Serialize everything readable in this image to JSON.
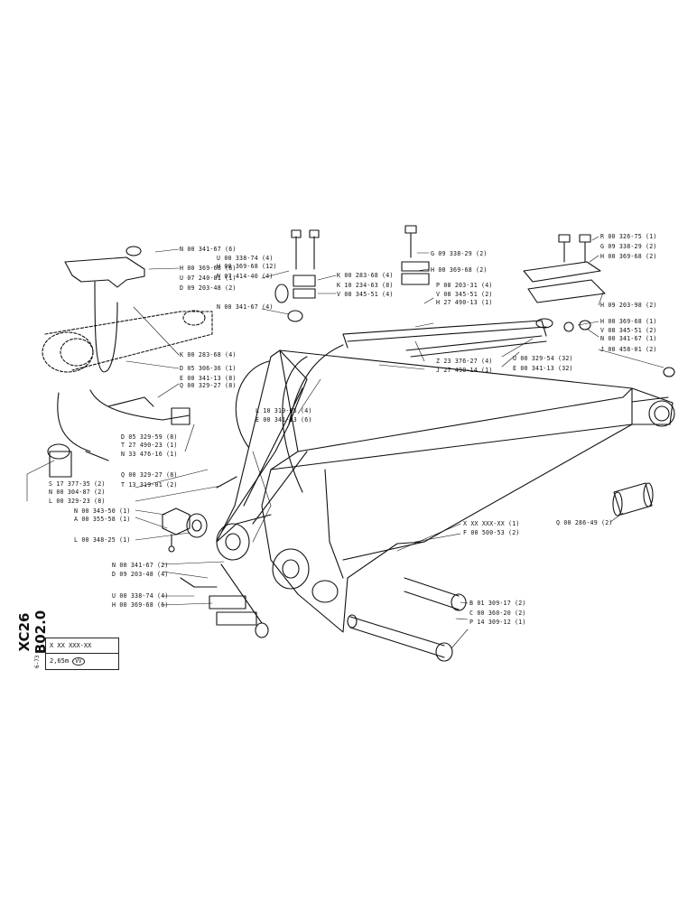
{
  "document": {
    "code": "XC26 B02.0",
    "date": "6-73",
    "ref": "X XX XXX-XX",
    "boom": "2,65m",
    "boom_marker": "VV"
  },
  "labels_left": [
    "N 00 341-67 (6)",
    "H 00 369-68 (6)",
    "U 07 240-81 (1)",
    "D 09 203-48 (2)",
    "K 00 283-68 (4)",
    "D 05 306-36 (1)",
    "E 00 341-13 (8)",
    "Q 00 329-27 (8)",
    "D 05 329-59 (8)",
    "T 27 490-23 (1)",
    "N 33 476-16 (1)",
    "S 17 377-35 (2)",
    "N 00 304-87 (2)",
    "L 00 329-23 (8)",
    "Q 00 329-27 (8)",
    "T 13 319-01 (2)",
    "N 00 343-50 (1)",
    "A 00 355-58 (1)",
    "L 00 348-25 (1)",
    "N 00 341-67 (2)",
    "D 09 203-48 (4)",
    "U 00 338-74 (4)",
    "H 00 369-68 (6)"
  ],
  "labels_center": [
    "U 00 338-74 (4)",
    "H 00 369-68 (12)",
    "N 07 414-40 (4)",
    "N 00 341-67 (4)",
    "K 00 283-68 (4)",
    "K 10 234-63 (8)",
    "V 08 345-51 (4)",
    "G 09 338-29 (2)",
    "H 00 369-68 (2)",
    "P 08 203-31 (4)",
    "V 08 345-51 (2)",
    "H 27 490-13 (1)",
    "Z 23 376-27 (4)",
    "J 27 490-14 (1)",
    "L 10 319-05 (4)",
    "E 00 341-13 (6)",
    "U 00 329-54 (32)",
    "E 00 341-13 (32)",
    "X XX XXX-XX (1)",
    "F 00 500-53 (2)",
    "B 01 309-17 (2)",
    "C 00 360-20 (2)",
    "P 14 309-12 (1)"
  ],
  "labels_right": [
    "R 00 326-75 (1)",
    "G 09 338-29 (2)",
    "H 00 369-68 (2)",
    "H 09 203-98 (2)",
    "H 00 369-68 (1)",
    "V 08 345-51 (2)",
    "N 00 341-67 (1)",
    "J 00 458-01 (2)",
    "Q 00 286-49 (2)"
  ]
}
